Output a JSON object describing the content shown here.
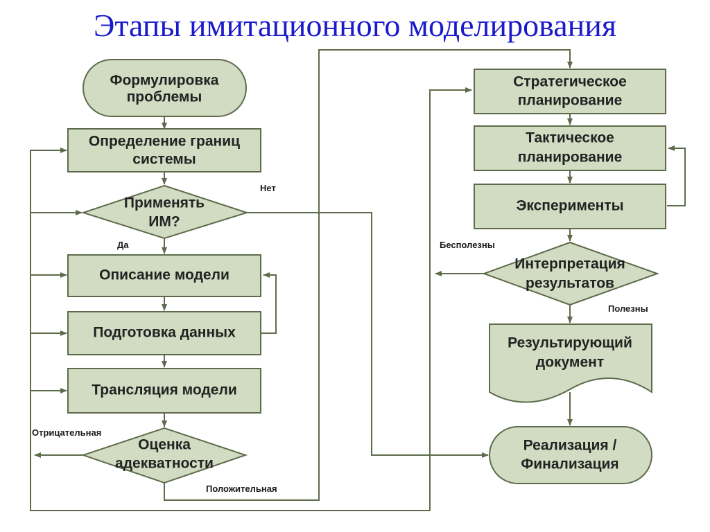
{
  "title": "Этапы имитационного моделирования",
  "nodes": {
    "formulation": {
      "line1": "Формулировка",
      "line2": "проблемы"
    },
    "boundaries": {
      "line1": "Определение границ",
      "line2": "системы"
    },
    "apply_im": {
      "line1": "Применять",
      "line2": "ИМ?"
    },
    "model_description": {
      "line1": "Описание модели"
    },
    "data_prep": {
      "line1": "Подготовка данных"
    },
    "translation": {
      "line1": "Трансляция модели"
    },
    "adequacy": {
      "line1": "Оценка",
      "line2": "адекватности"
    },
    "strategic": {
      "line1": "Стратегическое",
      "line2": "планирование"
    },
    "tactical": {
      "line1": "Тактическое",
      "line2": "планирование"
    },
    "experiments": {
      "line1": "Эксперименты"
    },
    "interpretation": {
      "line1": "Интерпретация",
      "line2": "результатов"
    },
    "result_doc": {
      "line1": "Результирующий",
      "line2": "документ"
    },
    "implementation": {
      "line1": "Реализация /",
      "line2": "Финализация"
    }
  },
  "edge_labels": {
    "no": "Нет",
    "yes": "Да",
    "negative": "Отрицательная",
    "positive": "Положительная",
    "useless": "Бесполезны",
    "useful": "Полезны"
  }
}
